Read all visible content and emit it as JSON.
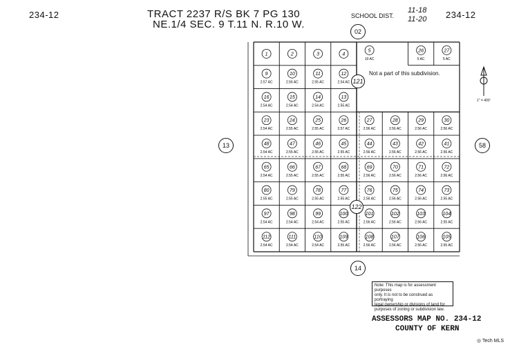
{
  "header": {
    "map_no_left": "234-12",
    "map_no_right": "234-12",
    "tract_title": "TRACT 2237 R/S BK 7 PG 130",
    "section_line": "NE.1/4 SEC. 9 T.11 N. R.10 W.",
    "school_label": "SCHOOL DIST.",
    "school_top": "11-18",
    "school_bottom": "11-20"
  },
  "map": {
    "adjacent": {
      "top": "02",
      "left": "13",
      "right": "58",
      "bottom": "14"
    },
    "blocks": {
      "upper": "121",
      "lower": "122"
    },
    "not_part_text": "Not a part of this subdivision.",
    "scale": "1\" = 400'",
    "rows": [
      [
        {
          "n": "1",
          "a": ""
        },
        {
          "n": "2",
          "a": ""
        },
        {
          "n": "3",
          "a": ""
        },
        {
          "n": "4",
          "a": ""
        },
        {
          "n": "5",
          "a": "10 AC"
        },
        {
          "n": "",
          "a": ""
        },
        {
          "n": "26",
          "a": "5 AC"
        },
        {
          "n": "27",
          "a": "5 AC"
        }
      ],
      [
        {
          "n": "9",
          "a": "2.57 AC"
        },
        {
          "n": "10",
          "a": "2.56 AC"
        },
        {
          "n": "11",
          "a": "2.55 AC"
        },
        {
          "n": "12",
          "a": "2.54 AC"
        },
        {
          "n": "",
          "a": ""
        },
        {
          "n": "",
          "a": ""
        },
        {
          "n": "",
          "a": ""
        },
        {
          "n": "",
          "a": ""
        }
      ],
      [
        {
          "n": "16",
          "a": "2.54 AC"
        },
        {
          "n": "15",
          "a": "2.54 AC"
        },
        {
          "n": "14",
          "a": "2.54 AC"
        },
        {
          "n": "13",
          "a": "2.55 AC"
        },
        {
          "n": "",
          "a": ""
        },
        {
          "n": "",
          "a": ""
        },
        {
          "n": "",
          "a": ""
        },
        {
          "n": "",
          "a": ""
        }
      ],
      [
        {
          "n": "23",
          "a": "2.54 AC"
        },
        {
          "n": "24",
          "a": "2.55 AC"
        },
        {
          "n": "25",
          "a": "2.55 AC"
        },
        {
          "n": "26",
          "a": "2.57 AC"
        },
        {
          "n": "27",
          "a": "2.56 AC"
        },
        {
          "n": "28",
          "a": "2.56 AC"
        },
        {
          "n": "29",
          "a": "2.56 AC"
        },
        {
          "n": "30",
          "a": "2.56 AC"
        }
      ],
      [
        {
          "n": "48",
          "a": "2.54 AC"
        },
        {
          "n": "47",
          "a": "2.55 AC"
        },
        {
          "n": "46",
          "a": "2.55 AC"
        },
        {
          "n": "45",
          "a": "2.55 AC"
        },
        {
          "n": "44",
          "a": "2.56 AC"
        },
        {
          "n": "43",
          "a": "2.56 AC"
        },
        {
          "n": "42",
          "a": "2.56 AC"
        },
        {
          "n": "41",
          "a": "2.56 AC"
        }
      ],
      [
        {
          "n": "65",
          "a": "2.54 AC"
        },
        {
          "n": "66",
          "a": "2.55 AC"
        },
        {
          "n": "67",
          "a": "2.55 AC"
        },
        {
          "n": "68",
          "a": "2.55 AC"
        },
        {
          "n": "69",
          "a": "2.56 AC"
        },
        {
          "n": "70",
          "a": "2.56 AC"
        },
        {
          "n": "71",
          "a": "2.56 AC"
        },
        {
          "n": "72",
          "a": "2.56 AC"
        }
      ],
      [
        {
          "n": "80",
          "a": "2.55 AC"
        },
        {
          "n": "79",
          "a": "2.55 AC"
        },
        {
          "n": "78",
          "a": "2.55 AC"
        },
        {
          "n": "77",
          "a": "2.55 AC"
        },
        {
          "n": "76",
          "a": "2.56 AC"
        },
        {
          "n": "75",
          "a": "2.56 AC"
        },
        {
          "n": "74",
          "a": "2.56 AC"
        },
        {
          "n": "73",
          "a": "2.55 AC"
        }
      ],
      [
        {
          "n": "97",
          "a": "2.54 AC"
        },
        {
          "n": "98",
          "a": "2.54 AC"
        },
        {
          "n": "99",
          "a": "2.54 AC"
        },
        {
          "n": "100",
          "a": "2.55 AC"
        },
        {
          "n": "101",
          "a": "2.56 AC"
        },
        {
          "n": "102",
          "a": "2.56 AC"
        },
        {
          "n": "103",
          "a": "2.56 AC"
        },
        {
          "n": "104",
          "a": "2.55 AC"
        }
      ],
      [
        {
          "n": "112",
          "a": "2.54 AC"
        },
        {
          "n": "111",
          "a": "2.54 AC"
        },
        {
          "n": "110",
          "a": "2.54 AC"
        },
        {
          "n": "109",
          "a": "2.55 AC"
        },
        {
          "n": "108",
          "a": "2.56 AC"
        },
        {
          "n": "107",
          "a": "2.56 AC"
        },
        {
          "n": "106",
          "a": "2.56 AC"
        },
        {
          "n": "105",
          "a": "2.55 AC"
        }
      ]
    ]
  },
  "note_lines": [
    "Note: This map is for assessment purposes",
    "only. It is not to be construed as portraying",
    "legal ownership or divisions of land for",
    "purposes of zoning or subdivision law."
  ],
  "footer": {
    "assessors_map": "ASSESSORS MAP NO. 234-12",
    "county": "COUNTY OF KERN",
    "watermark": "Tech MLS"
  }
}
